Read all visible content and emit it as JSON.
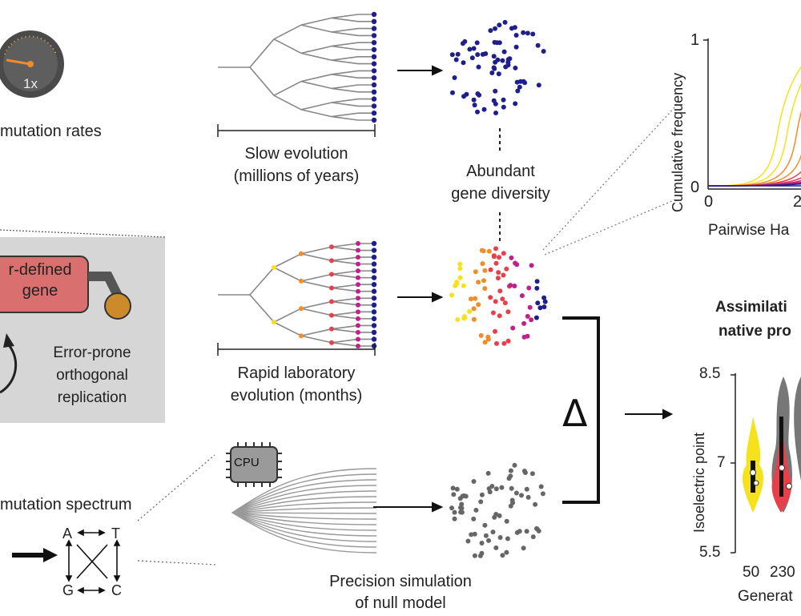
{
  "gauge": {
    "label": "1x"
  },
  "mutation_rates": "mutation rates",
  "user_gene": {
    "line1": "r-defined",
    "line2": "gene"
  },
  "replication": {
    "line1": "Error-prone",
    "line2": "orthogonal",
    "line3": "replication"
  },
  "mutation_spectrum": "mutation spectrum",
  "nucleotides": {
    "a": "A",
    "t": "T",
    "g": "G",
    "c": "C"
  },
  "cpu_label": "CPU",
  "slow_evolution": {
    "line1": "Slow evolution",
    "line2": "(millions of years)"
  },
  "rapid_evolution": {
    "line1": "Rapid laboratory",
    "line2": "evolution (months)"
  },
  "precision_simulation": {
    "line1": "Precision simulation",
    "line2": "of null model"
  },
  "abundant": {
    "line1": "Abundant",
    "line2": "gene diversity"
  },
  "delta": "Δ",
  "cumulative_chart": {
    "ylabel": "Cumulative frequency",
    "xlabel": "Pairwise Ha",
    "yticks": [
      "1",
      "0"
    ],
    "xticks": [
      "0",
      "2"
    ]
  },
  "assimilation": {
    "line1": "Assimilati",
    "line2": "native pro"
  },
  "violin_chart": {
    "ylabel": "Isoelectric point",
    "yticks": [
      "8.5",
      "7",
      "5.5"
    ],
    "xticks": [
      "50",
      "230"
    ],
    "xlabel": "Generat"
  },
  "colors": {
    "navy": "#1f1f8c",
    "gray": "#666666",
    "yellow": "#f5e21c",
    "orange": "#f28c28",
    "red": "#e8404a",
    "magenta": "#c0208c",
    "gene_box": "#d9706f",
    "panel_bg": "#d6d6d6"
  }
}
